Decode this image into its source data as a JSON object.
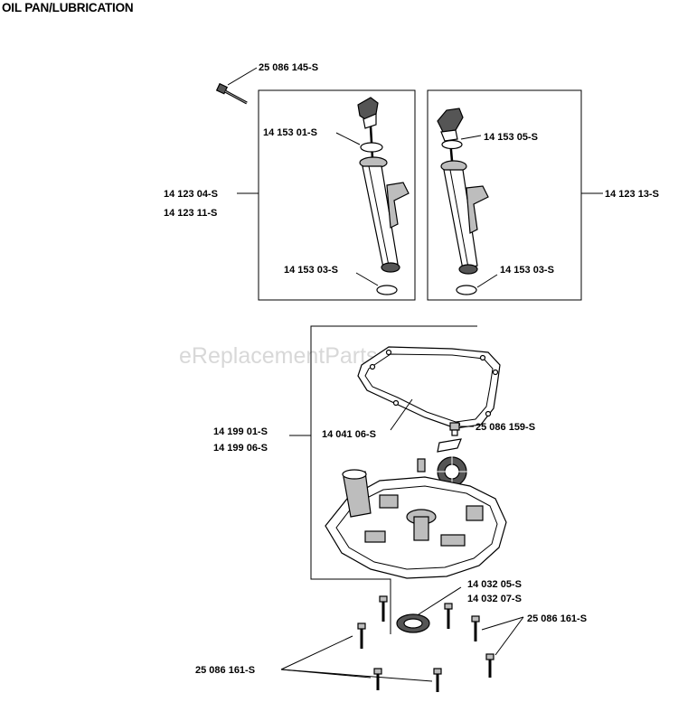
{
  "title": "OIL PAN/LUBRICATION",
  "watermark": "eReplacementParts.com",
  "labels": {
    "bolt_top": "25 086 145-S",
    "dipstick_left": "14 153 01-S",
    "dipstick_right": "14 153 05-S",
    "tube_left_a": "14 123 04-S",
    "tube_left_b": "14 123 11-S",
    "tube_right": "14 123 13-S",
    "oring_left": "14 153 03-S",
    "oring_right": "14 153 03-S",
    "oilpan_a": "14 199 01-S",
    "oilpan_b": "14 199 06-S",
    "gasket": "14 041 06-S",
    "plug": "25 086 159-S",
    "seal_a": "14 032 05-S",
    "seal_b": "14 032 07-S",
    "bolts_right": "25 086 161-S",
    "bolts_left": "25 086 161-S"
  }
}
